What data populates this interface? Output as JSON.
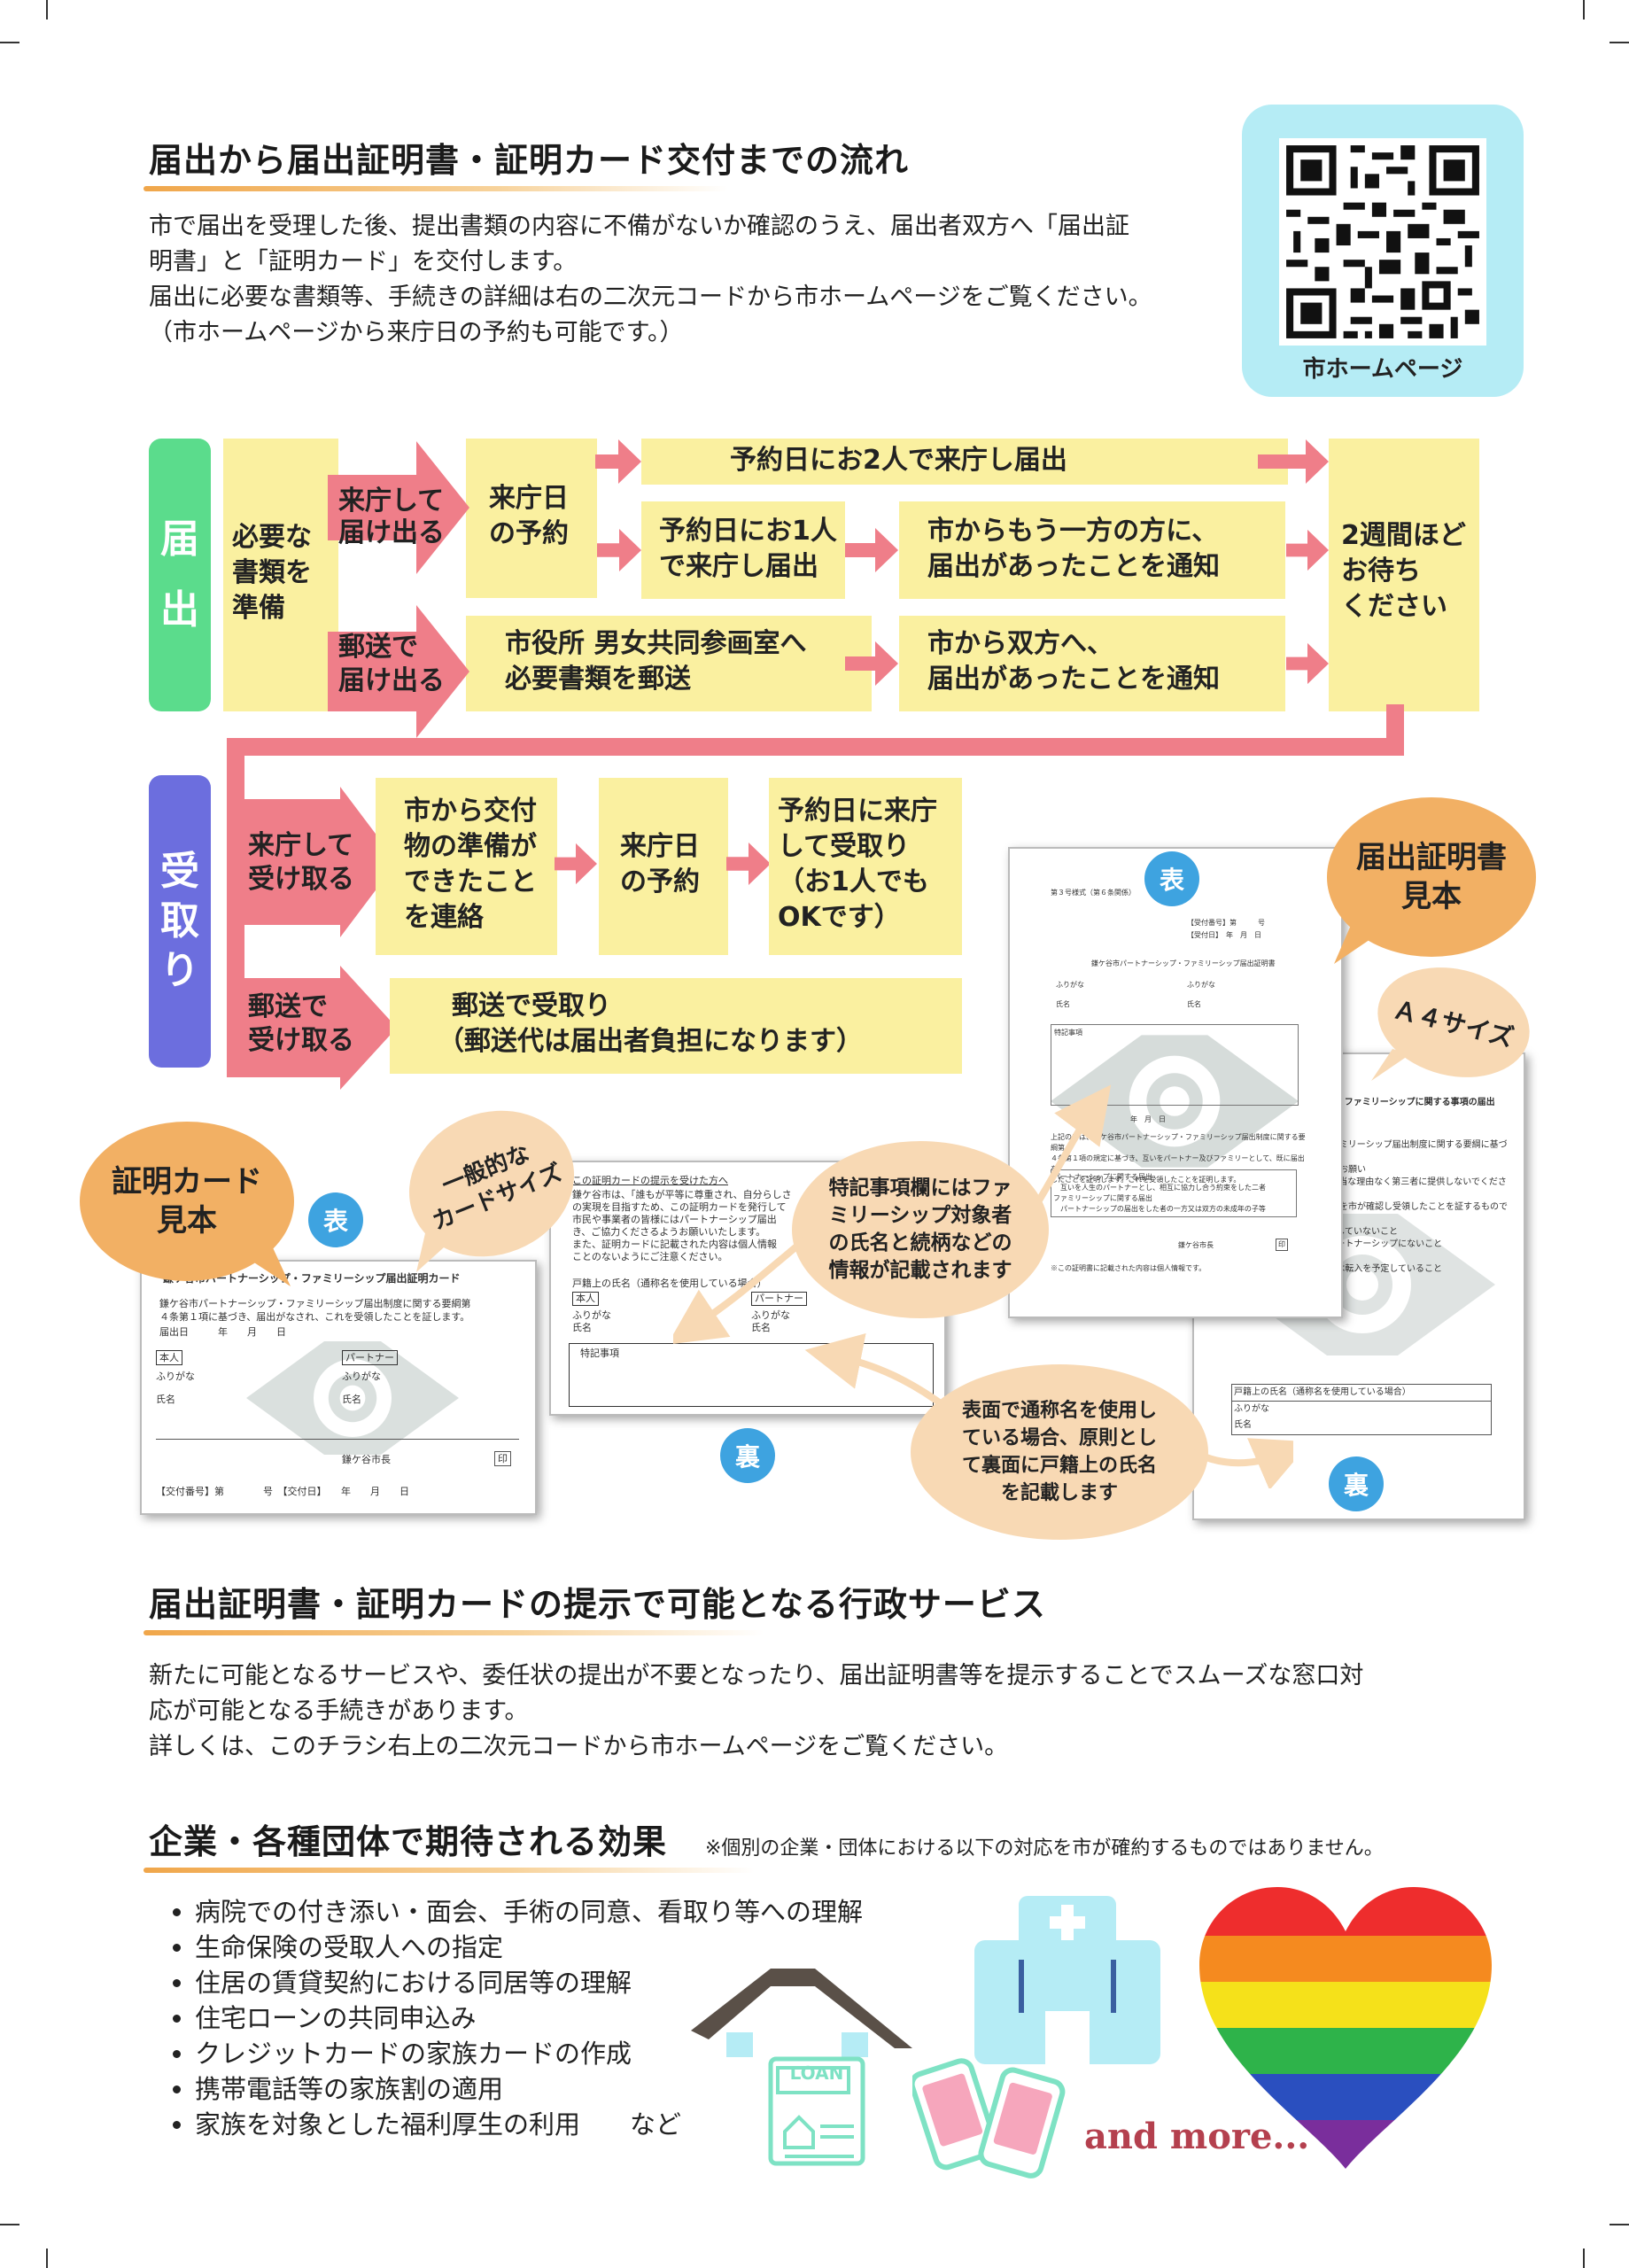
{
  "section1": {
    "title": "届出から届出証明書・証明カード交付までの流れ",
    "para": [
      "市で届出を受理した後、提出書類の内容に不備がないか確認のうえ、届出者双方へ「届出証",
      "明書」と「証明カード」を交付します。",
      "届出に必要な書類等、手続きの詳細は右の二次元コードから市ホームページをご覧ください。",
      "（市ホームページから来庁日の予約も可能です。）"
    ]
  },
  "qr": {
    "label": "市ホームページ"
  },
  "flow1": {
    "side": [
      "届",
      "出"
    ],
    "prepare": [
      "必要な",
      "書類を",
      "準備"
    ],
    "visit": [
      "来庁して",
      "届け出る"
    ],
    "reserve": [
      "来庁日",
      "の予約"
    ],
    "together": "予約日にお2人で来庁し届出",
    "alone": [
      "予約日にお1人",
      "で来庁し届出"
    ],
    "notify_other": [
      "市からもう一方の方に、",
      "届出があったことを通知"
    ],
    "mail": [
      "郵送で",
      "届け出る"
    ],
    "mail_to": [
      "市役所 男女共同参画室へ",
      "必要書類を郵送"
    ],
    "notify_both": [
      "市から双方へ、",
      "届出があったことを通知"
    ],
    "wait": [
      "2週間ほど",
      "お待ち",
      "ください"
    ]
  },
  "flow2": {
    "side": [
      "受",
      "取",
      "り"
    ],
    "visit": [
      "来庁して",
      "受け取る"
    ],
    "ready": [
      "市から交付",
      "物の準備が",
      "できたこと",
      "を連絡"
    ],
    "reserve": [
      "来庁日",
      "の予約"
    ],
    "receive": [
      "予約日に来庁",
      "して受取り",
      "（お1人でも",
      "OKです）"
    ],
    "mail": [
      "郵送で",
      "受け取る"
    ],
    "mail_receive": [
      "郵送で受取り",
      "（郵送代は届出者負担になります）"
    ]
  },
  "samples": {
    "certificate_bubble": [
      "届出証明書",
      "見本"
    ],
    "a4_bubble": "Ａ４サイズ",
    "card_bubble": [
      "証明カード",
      "見本"
    ],
    "cardsize_bubble": [
      "一般的な",
      "カードサイズ"
    ],
    "special_bubble": [
      "特記事項欄にはファ",
      "ミリーシップ対象者",
      "の氏名と続柄などの",
      "情報が記載されます"
    ],
    "alias_bubble": [
      "表面で通称名を使用し",
      "ている場合、原則とし",
      "て裏面に戸籍上の氏名",
      "を記載します"
    ],
    "front": "表",
    "back": "裏",
    "card_front": {
      "title": "鎌ケ谷市パートナーシップ・ファミリーシップ届出証明カード",
      "body": [
        "鎌ケ谷市パートナーシップ・ファミリーシップ届出制度に関する要綱第",
        "４条第１項に基づき、届出がなされ、これを受領したことを証します。"
      ],
      "date": "届出日　　　年　　月　　日",
      "self": "本人",
      "partner": "パートナー",
      "furigana": "ふりがな",
      "name": "氏名",
      "mayor": "鎌ケ谷市長",
      "seal": "印",
      "footer": "【交付番号】第　　　　号　【交付日】　　年　　月　　日"
    },
    "card_back": {
      "title": "この証明カードの提示を受けた方へ",
      "body": [
        "鎌ケ谷市は、「誰もが平等に尊重され、自分らしさ",
        "の実現を目指すため、この証明カードを発行して",
        "市民や事業者の皆様にはパートナーシップ届出",
        "き、ご協力くださるようお願いいたします。",
        "また、証明カードに記載された内容は個人情報",
        "ことのないようにご注意ください。"
      ],
      "family_label": "戸籍上の氏名（通称名を使用している場合）",
      "self": "本人",
      "partner": "パートナー",
      "furigana": "ふりがな",
      "name": "氏名",
      "special": "特記事項"
    },
    "cert_front": {
      "form": "第３号様式（第６条関係）",
      "number": "【受付番号】第　　　号",
      "date": "【受付日】　年　月　日",
      "title": "鎌ケ谷市パートナーシップ・ファミリーシップ届出証明書",
      "furigana": "ふりがな",
      "name": "氏名",
      "special": "特記事項",
      "ymd": "年　月　日",
      "body": [
        "上記の者は、鎌ケ谷市パートナーシップ・ファミリーシップ届出制度に関する要綱第",
        "４条第１項の規定に基づき、互いをパートナー及びファミリーとして、既に届出を",
        "したことを証明します。これを受領したことを証明します。"
      ],
      "notes": [
        "パートナーシップに関する届出",
        "　互いを人生のパートナーとし、相互に協力し合う約束をした二者",
        "ファミリーシップに関する届出",
        "　パートナーシップの届出をした者の一方又は双方の未成年の子等"
      ],
      "mayor": "鎌ケ谷市長",
      "seal": "印",
      "footnote": "※この証明書に記載された内容は個人情報です。"
    },
    "cert_back": {
      "title": "パートナーシップ・ファミリーシップに関する事項の届出",
      "lines": [
        "鎌ケ谷市パートナーシップ・ファミリーシップ届出制度に関する要綱に基づき",
        "この証明書の提示を受けた方へのお願い",
        "　証明書の記載内容について、正当な理由なく第三者に提供しないでください。",
        "　本証明書は、届出者の届出内容を市が確認し受領したことを証するものです。",
        "（1）一方又は双方が配偶者を有していないこと",
        "（2）一方又は双方が他の者とパートナーシップにないこと",
        "（3）近親者でないこと",
        "（4）市内に住所を有すること又は転入を予定していること"
      ],
      "table_head": [
        "戸籍上の氏名（通称名を使用している場合）",
        "ふりがな",
        "氏名"
      ]
    }
  },
  "section2": {
    "title": "届出証明書・証明カードの提示で可能となる行政サービス",
    "para": [
      "新たに可能となるサービスや、委任状の提出が不要となったり、届出証明書等を提示することでスムーズな窓口対",
      "応が可能となる手続きがあります。",
      "詳しくは、このチラシ右上の二次元コードから市ホームページをご覧ください。"
    ]
  },
  "section3": {
    "title": "企業・各種団体で期待される効果",
    "note": "※個別の企業・団体における以下の対応を市が確約するものではありません。",
    "items": [
      "病院での付き添い・面会、手術の同意、看取り等への理解",
      "生命保険の受取人への指定",
      "住居の賃貸契約における同居等の理解",
      "住宅ローンの共同申込み",
      "クレジットカードの家族カードの作成",
      "携帯電話等の家族割の適用",
      "家族を対象とした福利厚生の利用"
    ],
    "etc": "など",
    "loan_label": "LOAN",
    "and_more": "and more..."
  },
  "colors": {
    "yellow": "#faf0a0",
    "pink": "#ef7e89",
    "green": "#5bdc8c",
    "purple": "#6c6ede",
    "orange": "#f2b064",
    "peach": "#f8d9b4",
    "cyan": "#b5ecf5"
  }
}
